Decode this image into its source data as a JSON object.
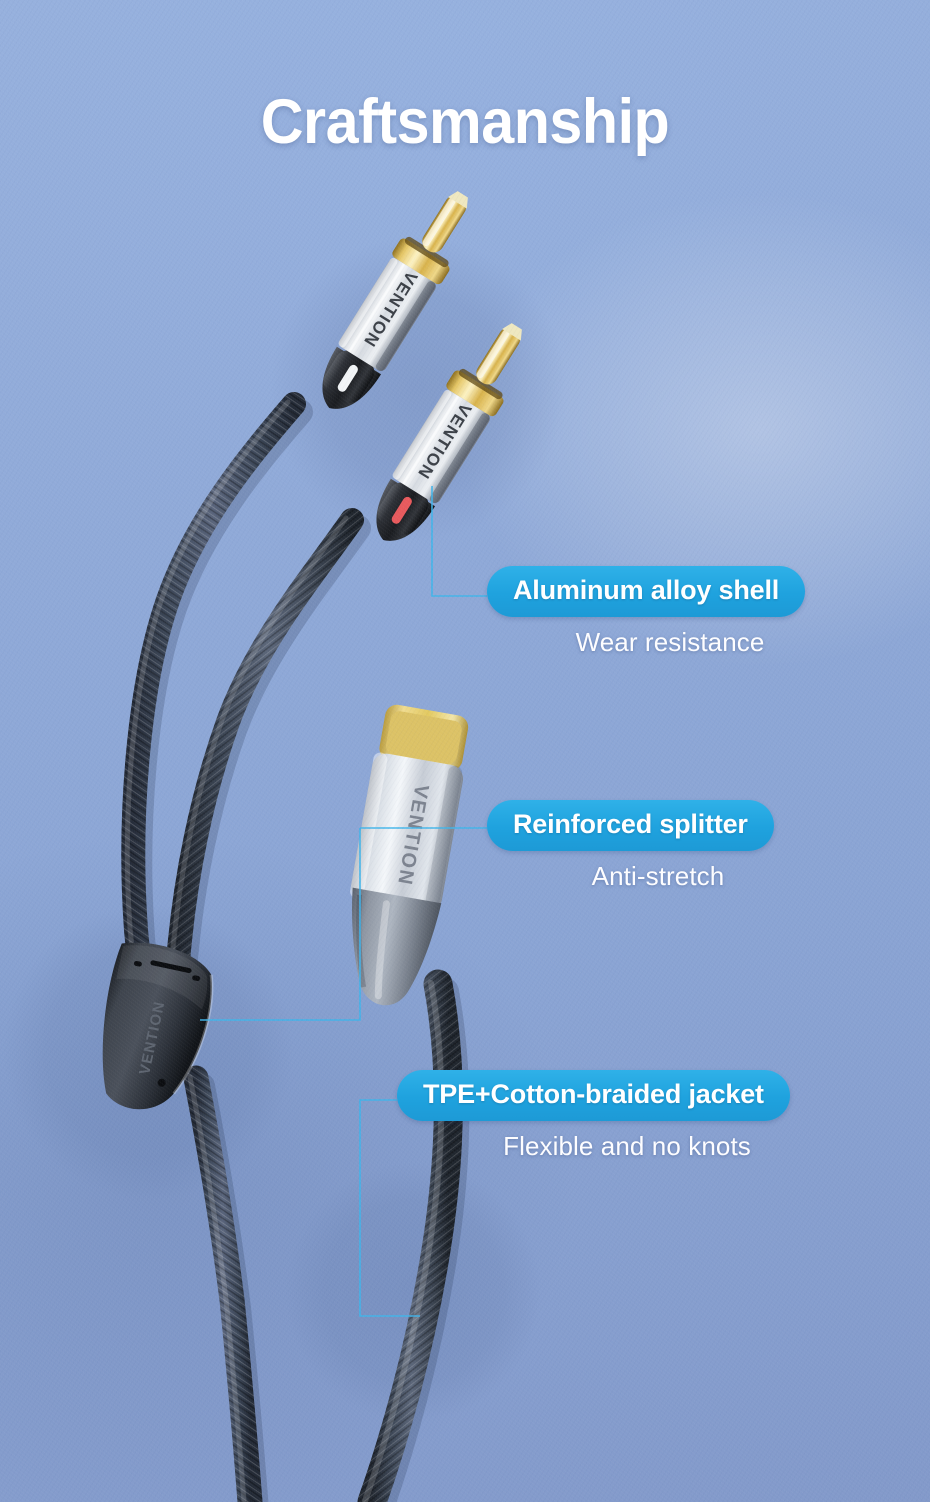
{
  "page": {
    "title": "Craftsmanship",
    "brand": "VENTION",
    "background_color": "#8fa9d8",
    "accent_color": "#1fa2de",
    "leader_line_color": "#3fb4ea",
    "title_color": "#ffffff",
    "subtitle_color": "#fdfdff"
  },
  "callouts": [
    {
      "id": "aluminum-alloy-shell",
      "label": "Aluminum alloy shell",
      "subtitle": "Wear resistance",
      "points_to": "rca-connector-lower"
    },
    {
      "id": "reinforced-splitter",
      "label": "Reinforced splitter",
      "subtitle": "Anti-stretch",
      "points_to": "usb-c-connector"
    },
    {
      "id": "tpe-cotton-braided-jacket",
      "label": "TPE+Cotton-braided jacket",
      "subtitle": "Flexible and no knots",
      "points_to": "braided-cable"
    }
  ],
  "product": {
    "name": "USB-C to 2RCA audio cable",
    "connectors": [
      {
        "id": "rca-connector-upper",
        "type": "RCA",
        "channel_indicator": "white",
        "brand_text": "VENTION",
        "shell": "aluminum-alloy",
        "tip": "gold-plated"
      },
      {
        "id": "rca-connector-lower",
        "type": "RCA",
        "channel_indicator": "red",
        "brand_text": "VENTION",
        "shell": "aluminum-alloy",
        "tip": "gold-plated"
      },
      {
        "id": "usb-c-connector",
        "type": "USB-C",
        "brand_text": "VENTION",
        "shell": "aluminum-alloy",
        "tip": "gold-plated"
      }
    ],
    "splitter": {
      "id": "y-splitter",
      "brand_text": "VENTION",
      "material": "reinforced-molded"
    },
    "jacket": {
      "material": "TPE + cotton braid",
      "color": "#3d4a5e"
    }
  },
  "colors": {
    "pill_blue": "#1fa2de",
    "gold": "#d9b64a",
    "aluminum": "#d9dde2",
    "braid_dark": "#333d4d",
    "grip_black": "#2a2c30",
    "indicator_red": "#e8595c",
    "indicator_white": "#f2f4f6"
  }
}
